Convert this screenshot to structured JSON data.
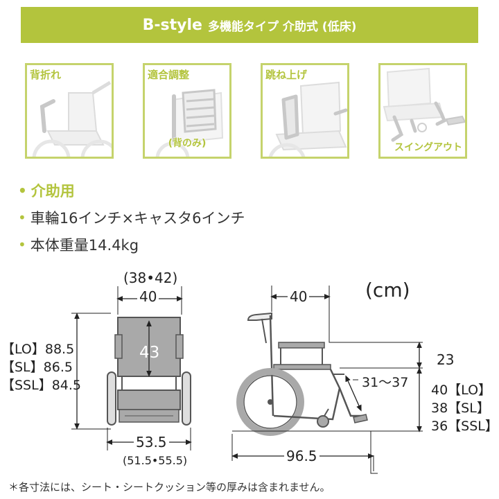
{
  "header": {
    "brand": "B-style",
    "subtitle": "多機能タイプ 介助式 (低床)"
  },
  "features": [
    {
      "label": "背折れ",
      "sub": ""
    },
    {
      "label": "適合調整",
      "sub": "(背のみ)"
    },
    {
      "label": "跳ね上げ",
      "sub": ""
    },
    {
      "label": "",
      "sub": "スイングアウト"
    }
  ],
  "specs": [
    "介助用",
    "車輪16インチ×キャスタ6インチ",
    "本体重量14.4kg"
  ],
  "unit": "(cm)",
  "front_view": {
    "seat_width_options": "(38•42)",
    "seat_width": "40",
    "back_height": "43",
    "total_width": "53.5",
    "total_width_options": "(51.5•55.5)",
    "heights": [
      "【LO】88.5",
      "【SL】86.5",
      "【SSL】84.5"
    ]
  },
  "side_view": {
    "seat_depth": "40",
    "armrest_height": "23",
    "leg_length": "31～37",
    "seat_heights": [
      "40【LO】",
      "38【SL】",
      "36【SSL】"
    ],
    "total_length": "96.5"
  },
  "footnote": "＊各寸法には、シート・シートクッション等の厚みは含まれません。",
  "colors": {
    "accent": "#b3c43d",
    "feature_border": "#c5d36c",
    "frame": "#a9a9a9"
  }
}
